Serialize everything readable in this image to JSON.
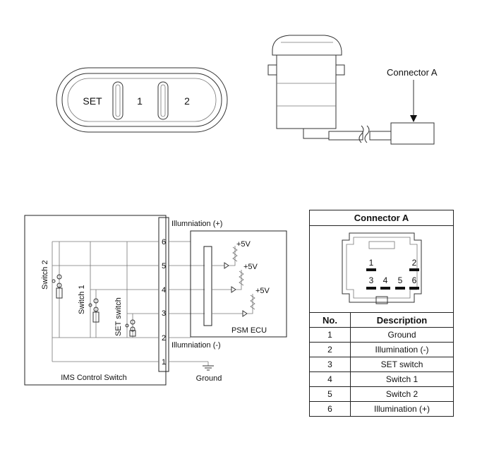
{
  "switch_button_labels": [
    "SET",
    "1",
    "2"
  ],
  "connector_callout": "Connector A",
  "schematic": {
    "pin_numbers": [
      "6",
      "5",
      "4",
      "3",
      "2",
      "1"
    ],
    "illumination_plus": "Illumniation (+)",
    "illumination_minus": "Illumniation (-)",
    "ground": "Ground",
    "ims_box": "IMS Control Switch",
    "psm_box": "PSM ECU",
    "supply": "+5V",
    "switch2": "Switch 2",
    "switch1": "Switch 1",
    "set_switch": "SET switch"
  },
  "connector_table": {
    "title": "Connector A",
    "face_pins_top": [
      "1",
      "2"
    ],
    "face_pins_bottom": [
      "3",
      "4",
      "5",
      "6"
    ],
    "headers": [
      "No.",
      "Description"
    ],
    "rows": [
      {
        "no": "1",
        "description": "Ground"
      },
      {
        "no": "2",
        "description": "Illumination (-)"
      },
      {
        "no": "3",
        "description": "SET switch"
      },
      {
        "no": "4",
        "description": "Switch 1"
      },
      {
        "no": "5",
        "description": "Switch 2"
      },
      {
        "no": "6",
        "description": "Illumination (+)"
      }
    ]
  }
}
